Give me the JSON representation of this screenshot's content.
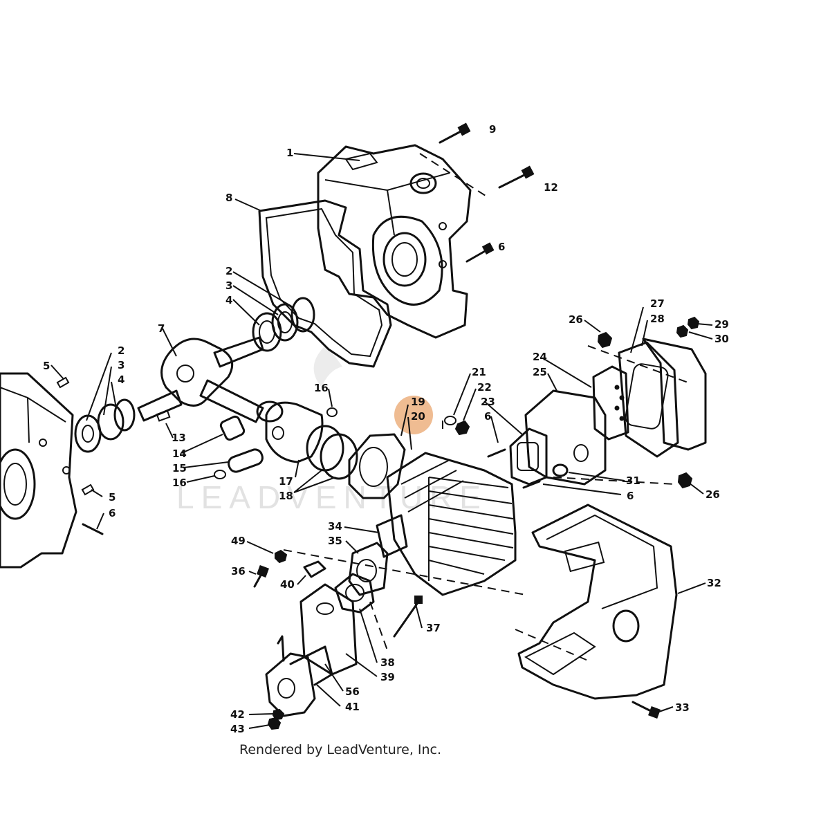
{
  "watermark": {
    "text": "LEADVENTURE"
  },
  "credit": "Rendered by LeadVenture, Inc.",
  "highlight": {
    "color": "#E8A064",
    "items": [
      "19",
      "20"
    ]
  },
  "callouts": {
    "c1": "1",
    "c2a": "2",
    "c2b": "2",
    "c3a": "3",
    "c3b": "3",
    "c4a": "4",
    "c4b": "4",
    "c5a": "5",
    "c5b": "5",
    "c6a": "6",
    "c6b": "6",
    "c6c": "6",
    "c6d": "6",
    "c7": "7",
    "c8": "8",
    "c9": "9",
    "c12": "12",
    "c13": "13",
    "c14": "14",
    "c15": "15",
    "c16a": "16",
    "c16b": "16",
    "c17": "17",
    "c18": "18",
    "c19": "19",
    "c20": "20",
    "c21": "21",
    "c22": "22",
    "c23": "23",
    "c24": "24",
    "c25": "25",
    "c26a": "26",
    "c26b": "26",
    "c27": "27",
    "c28": "28",
    "c29": "29",
    "c30": "30",
    "c31": "31",
    "c32": "32",
    "c33": "33",
    "c34": "34",
    "c35": "35",
    "c36": "36",
    "c37": "37",
    "c38": "38",
    "c39": "39",
    "c40": "40",
    "c41": "41",
    "c42": "42",
    "c43": "43",
    "c49": "49",
    "c56": "56"
  }
}
